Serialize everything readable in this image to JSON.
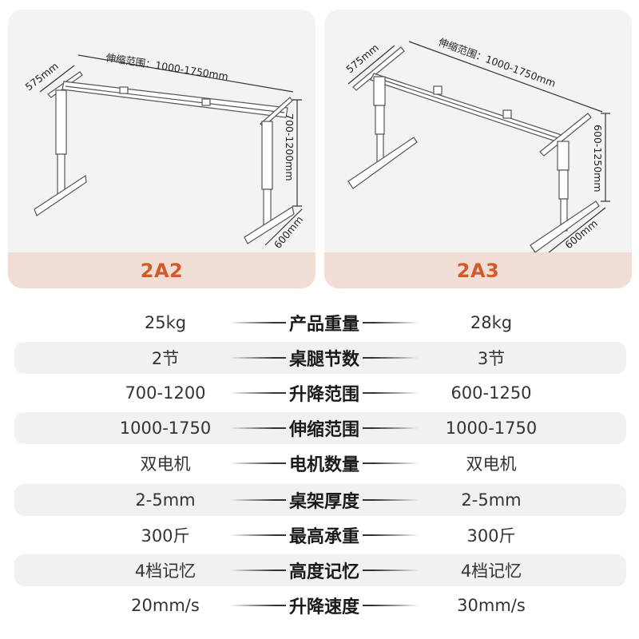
{
  "products": [
    {
      "model": "2A2",
      "dimensions": {
        "extend_range": "伸缩范围：1000-1750mm",
        "depth": "575mm",
        "height_range": "700-1200mm",
        "foot_length": "600mm"
      }
    },
    {
      "model": "2A3",
      "dimensions": {
        "extend_range": "伸缩范围：1000-1750mm",
        "depth": "575mm",
        "height_range": "600-1250mm",
        "foot_length": "600mm"
      }
    }
  ],
  "specs": [
    {
      "label": "产品重量",
      "left": "25kg",
      "right": "28kg"
    },
    {
      "label": "桌腿节数",
      "left": "2节",
      "right": "3节"
    },
    {
      "label": "升降范围",
      "left": "700-1200",
      "right": "600-1250"
    },
    {
      "label": "伸缩范围",
      "left": "1000-1750",
      "right": "1000-1750"
    },
    {
      "label": "电机数量",
      "left": "双电机",
      "right": "双电机"
    },
    {
      "label": "桌架厚度",
      "left": "2-5mm",
      "right": "2-5mm"
    },
    {
      "label": "最高承重",
      "left": "300斤",
      "right": "300斤"
    },
    {
      "label": "高度记忆",
      "left": "4档记忆",
      "right": "4档记忆"
    },
    {
      "label": "升降速度",
      "left": "20mm/s",
      "right": "30mm/s"
    }
  ],
  "colors": {
    "accent": "#d35a27",
    "card_bg": "#f3f3f3",
    "footer_bg": "#f0ddd5",
    "row_shade": "#f1f1f1"
  }
}
